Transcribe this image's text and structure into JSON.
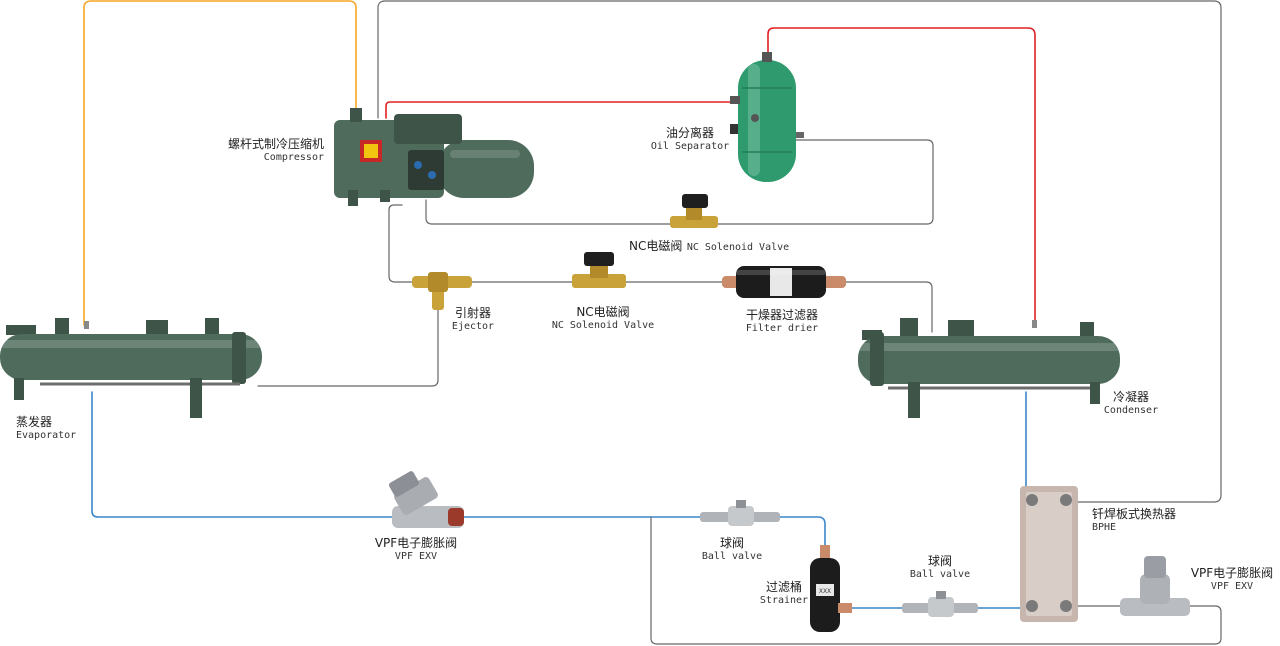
{
  "colors": {
    "suction_line": "#f5a623",
    "discharge_line": "#e02020",
    "liquid_line": "#3a86c8",
    "gray_line": "#666666",
    "equipment_green": "#4e6b5c",
    "separator_green": "#2e9a6e",
    "brass": "#c9a23a"
  },
  "labels": {
    "compressor": {
      "zh": "螺杆式制冷压缩机",
      "en": "Compressor"
    },
    "oil_separator": {
      "zh": "油分离器",
      "en": "Oil Separator"
    },
    "solenoid_upper": {
      "zh": "NC电磁阀",
      "en": "NC Solenoid Valve"
    },
    "solenoid_lower": {
      "zh": "NC电磁阀",
      "en": "NC Solenoid Valve"
    },
    "ejector": {
      "zh": "引射器",
      "en": "Ejector"
    },
    "filter_drier": {
      "zh": "干燥器过滤器",
      "en": "Filter drier"
    },
    "evaporator": {
      "zh": "蒸发器",
      "en": "Evaporator"
    },
    "condenser": {
      "zh": "冷凝器",
      "en": "Condenser"
    },
    "vpf_exv_left": {
      "zh": "VPF电子膨胀阀",
      "en": "VPF EXV"
    },
    "ball_valve_1": {
      "zh": "球阀",
      "en": "Ball valve"
    },
    "strainer": {
      "zh": "过滤桶",
      "en": "Strainer"
    },
    "ball_valve_2": {
      "zh": "球阀",
      "en": "Ball valve"
    },
    "bphe": {
      "zh": "钎焊板式换热器",
      "en": "BPHE"
    },
    "vpf_exv_right": {
      "zh": "VPF电子膨胀阀",
      "en": "VPF EXV"
    }
  },
  "strainer_tag": "XXX"
}
